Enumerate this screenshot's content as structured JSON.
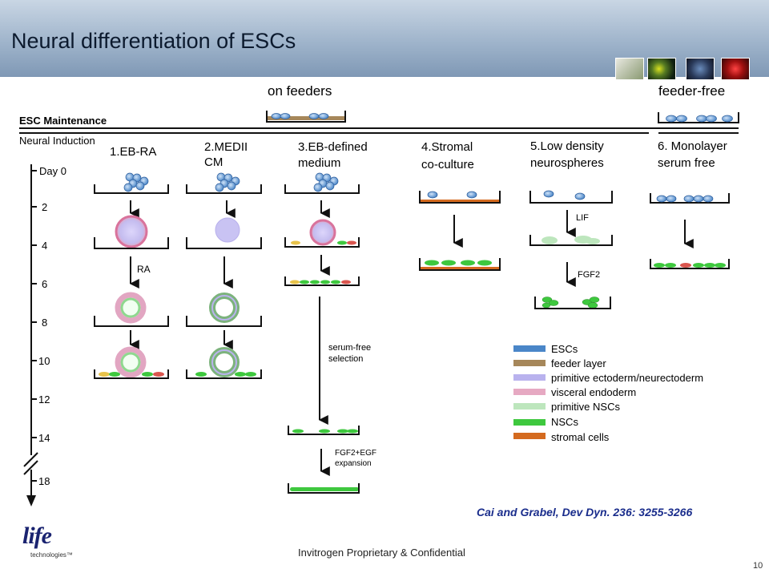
{
  "slide": {
    "title": "Neural differentiation of ESCs",
    "citation": "Cai and Grabel, Dev Dyn. 236: 3255-3266",
    "confidential": "Invitrogen Proprietary & Confidential",
    "page_number": "10",
    "logo_word": "life",
    "logo_sub": "technologies™"
  },
  "diagram": {
    "on_feeders": "on feeders",
    "feeder_free": "feeder-free",
    "esc_maintenance": "ESC Maintenance",
    "neural_induction": "Neural Induction",
    "timeline": [
      "Day 0",
      "2",
      "4",
      "6",
      "8",
      "10",
      "12",
      "14",
      "18"
    ],
    "methods": [
      {
        "l1": "1.EB-RA",
        "l2": ""
      },
      {
        "l1": "2.MEDII",
        "l2": "CM"
      },
      {
        "l1": "3.EB-defined",
        "l2": "medium"
      },
      {
        "l1": "4.Stromal",
        "l2": "co-culture"
      },
      {
        "l1": "5.Low density",
        "l2": "neurospheres"
      },
      {
        "l1": "6. Monolayer",
        "l2": "serum free"
      }
    ],
    "step_labels": {
      "ra": "RA",
      "serum1": "serum-free",
      "serum2": "selection",
      "fgf_egf1": "FGF2+EGF",
      "fgf_egf2": "expansion",
      "lif": "LIF",
      "fgf2": "FGF2"
    }
  },
  "legend": [
    {
      "label": "ESCs",
      "color": "#4a86c8"
    },
    {
      "label": "feeder layer",
      "color": "#a6875a"
    },
    {
      "label": "primitive ectoderm/neurectoderm",
      "color": "#b9b2ee"
    },
    {
      "label": "visceral endoderm",
      "color": "#e6a9c2"
    },
    {
      "label": "primitive NSCs",
      "color": "#bde6bd"
    },
    {
      "label": "NSCs",
      "color": "#3ec83e"
    },
    {
      "label": "stromal cells",
      "color": "#d46a1f"
    }
  ],
  "colors": {
    "header_top": "#c9d6e4",
    "header_bottom": "#7f98b5",
    "title_text": "#0c1a2e",
    "citation_text": "#1a2d8c"
  }
}
